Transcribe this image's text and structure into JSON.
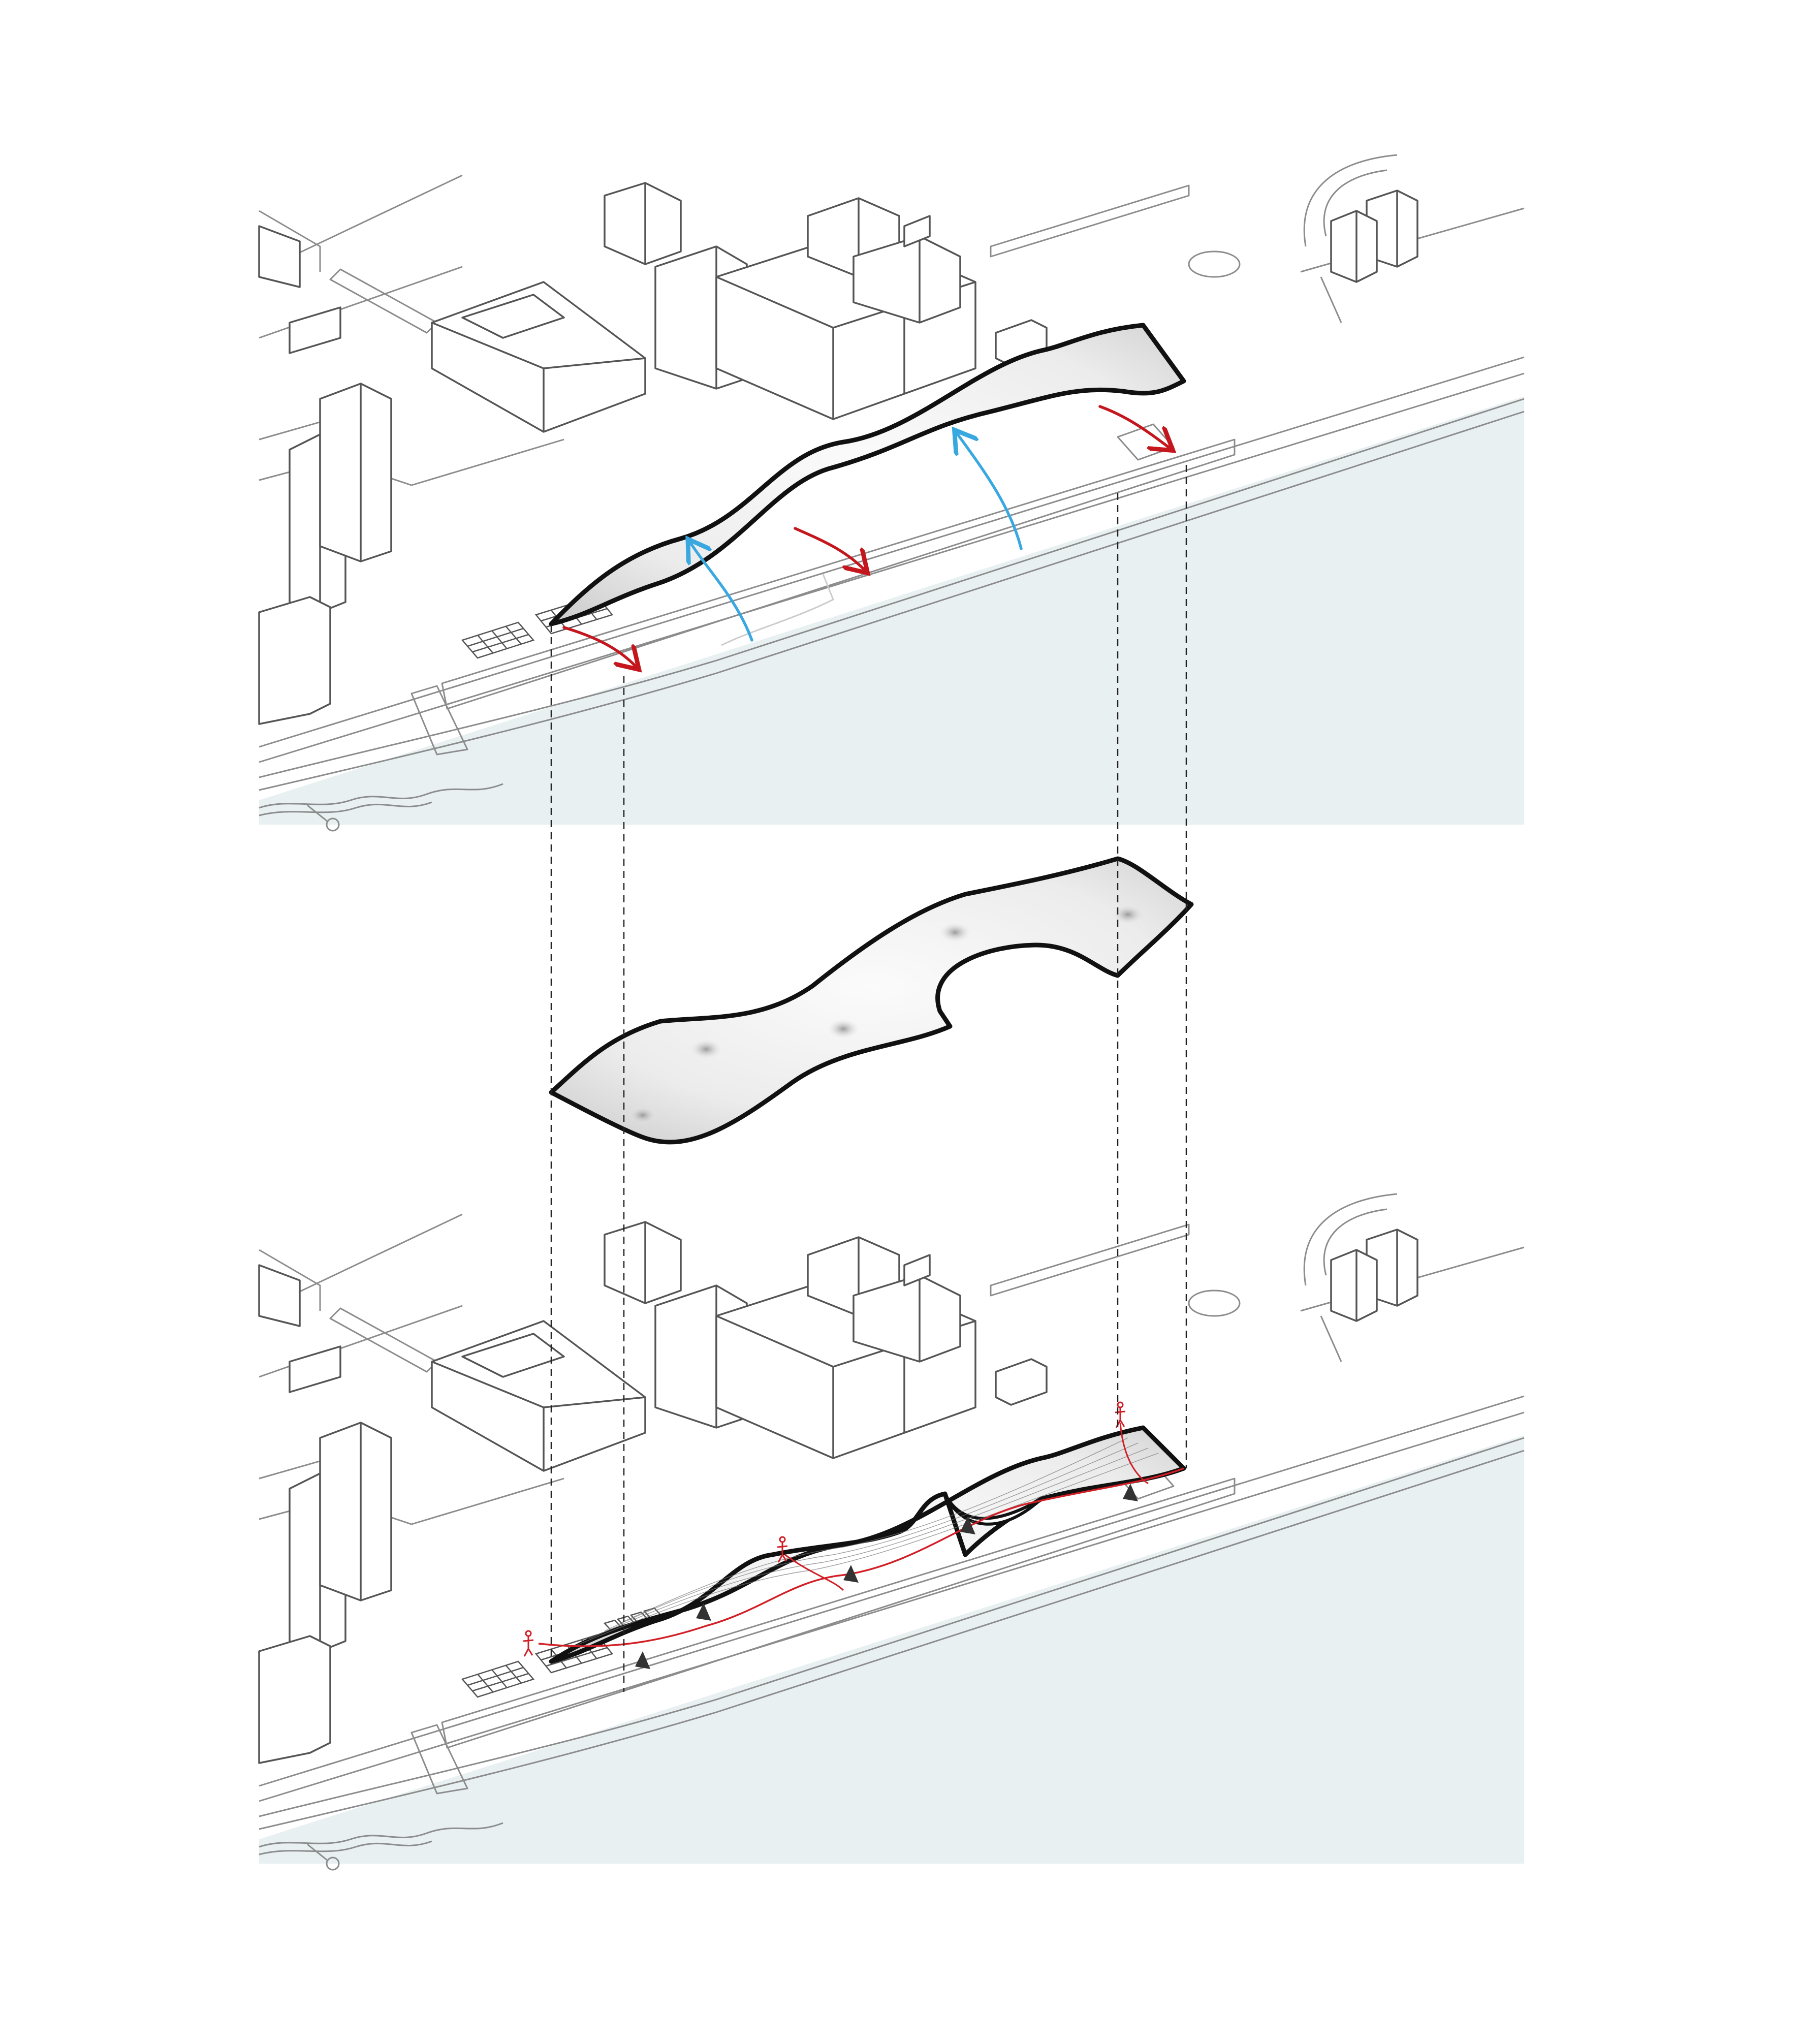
{
  "colors": {
    "background": "#ffffff",
    "water": "#e8f0f2",
    "building_stroke": "#555555",
    "street_stroke": "#8c8c8c",
    "canopy_outline": "#111111",
    "canopy_fill": "#ececec",
    "arrow_wind_red": "#c4161c",
    "arrow_flow_blue": "#3aa8e0",
    "path_red": "#d21f26"
  },
  "panels": [
    {
      "id": "top",
      "description": "site-with-canopy-airflow"
    },
    {
      "id": "middle",
      "description": "canopy-surface"
    },
    {
      "id": "bottom",
      "description": "site-with-canopy-circulation"
    }
  ],
  "icons": [
    "pedestrian-icon",
    "arrow-head-icon"
  ]
}
